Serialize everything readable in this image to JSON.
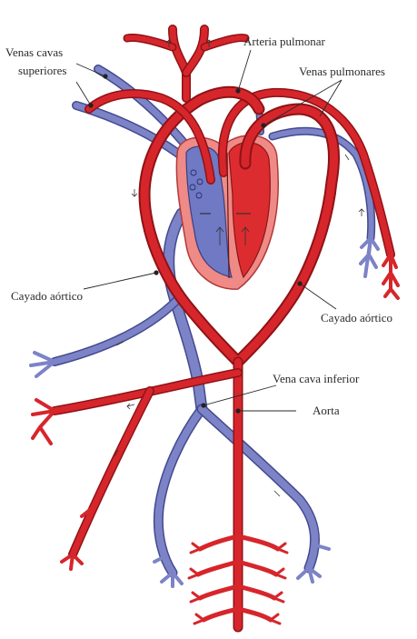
{
  "labels": {
    "venas_cavas_superiores_1": "Venas cavas",
    "venas_cavas_superiores_2": "superiores",
    "arteria_pulmonar": "Arteria pulmonar",
    "venas_pulmonares": "Venas pulmonares",
    "cayado_aortico_left": "Cayado aórtico",
    "cayado_aortico_right": "Cayado aórtico",
    "vena_cava_inferior": "Vena cava inferior",
    "aorta": "Aorta"
  },
  "colors": {
    "artery": "#d6262b",
    "artery_dark": "#8f1216",
    "vein": "#7c83c7",
    "vein_dark": "#434a8e",
    "heart_bg": "#ef8a86",
    "background": "#ffffff"
  }
}
